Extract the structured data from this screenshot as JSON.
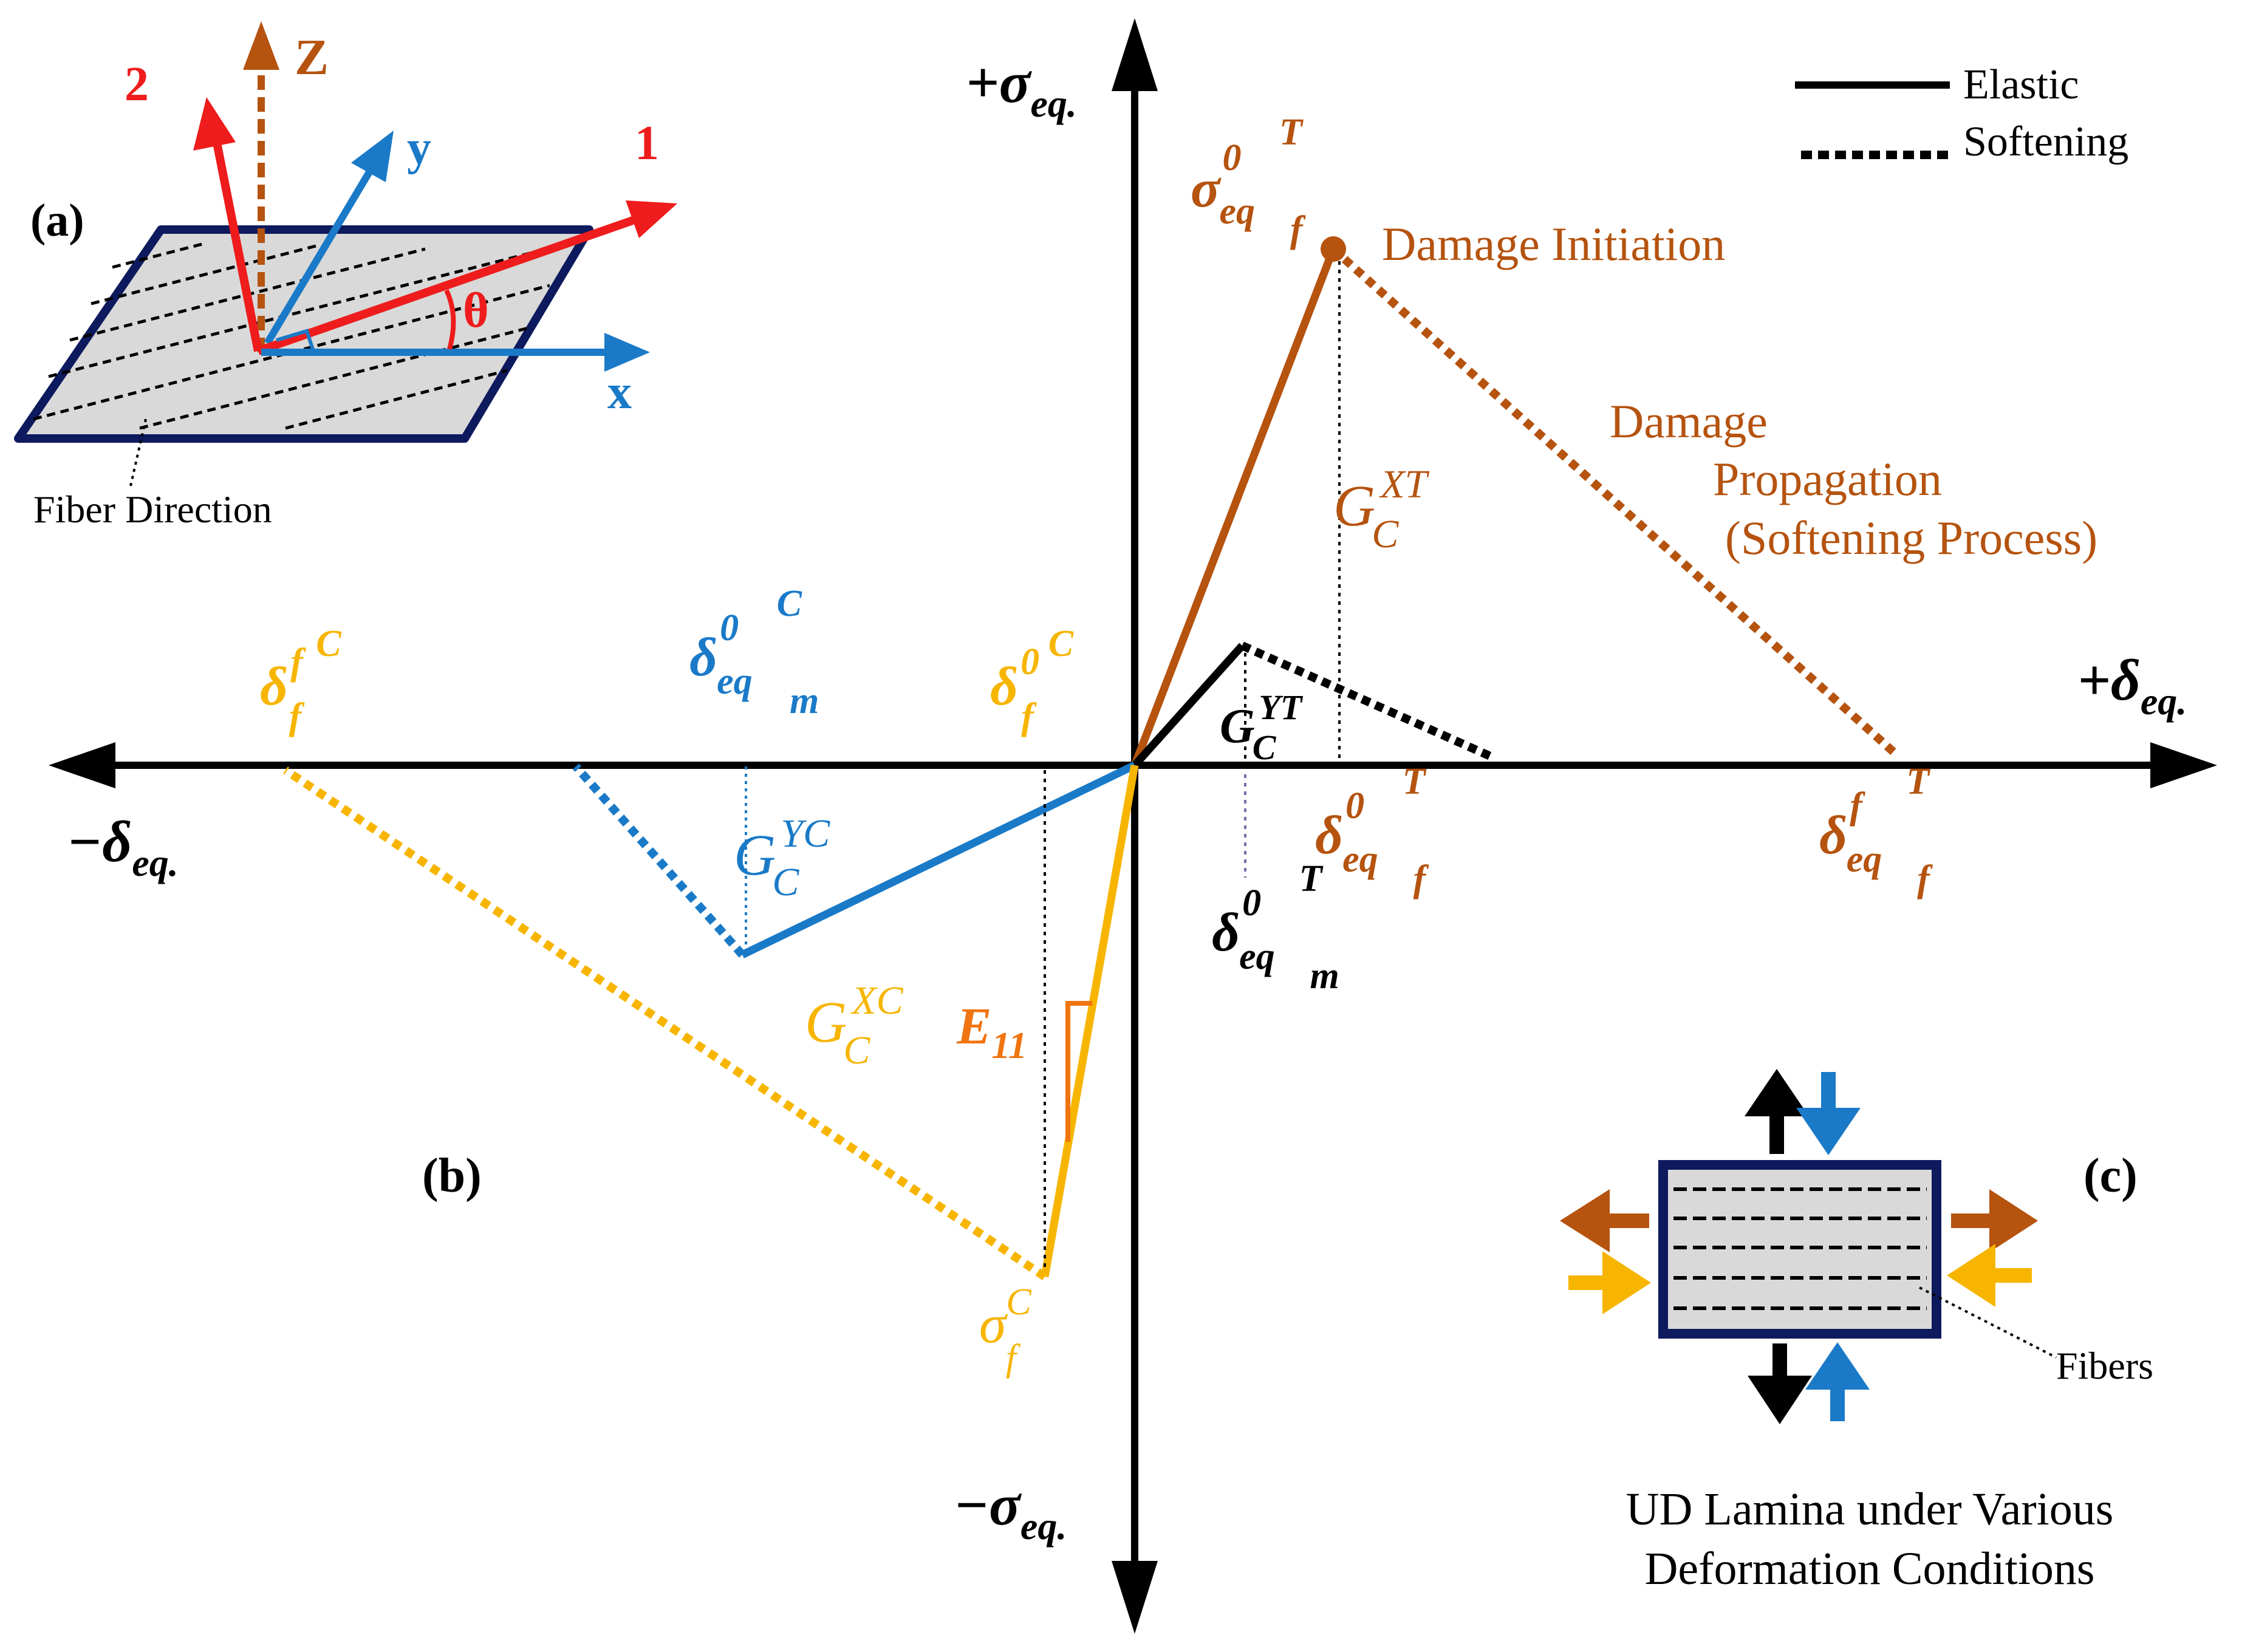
{
  "colors": {
    "brown": "#b5530f",
    "blue": "#1a7ac8",
    "yellow": "#f7b500",
    "orange": "#f07410",
    "red": "#ee1c1c",
    "navy": "#0e1a5e",
    "black": "#000000",
    "fill_gray": "#d9d9d9"
  },
  "legend": {
    "elastic": "Elastic",
    "softening": "Softening"
  },
  "axes": {
    "y_pos": {
      "sign": "+",
      "sym": "σ",
      "sub": "eq."
    },
    "y_neg": {
      "sign": "−",
      "sym": "σ",
      "sub": "eq."
    },
    "x_pos": {
      "sign": "+",
      "sym": "δ",
      "sub": "eq."
    },
    "x_neg": {
      "sign": "−",
      "sym": "δ",
      "sub": "eq."
    }
  },
  "annotations": {
    "damage_initiation": "Damage Initiation",
    "damage_line1": "Damage",
    "damage_line2": "Propagation",
    "damage_line3": "(Softening Process)",
    "panel_a": "(a)",
    "panel_b": "(b)",
    "panel_c": "(c)",
    "fiber_direction": "Fiber Direction",
    "fibers": "Fibers",
    "caption_line1": "UD Lamina under Various",
    "caption_line2": "Deformation Conditions"
  },
  "labels": {
    "sigma_ft": {
      "base": "σ",
      "sup": "0",
      "sub": "eq",
      "sup2": "T",
      "sub2": "f"
    },
    "sigma_fc": {
      "base": "σ",
      "sup": "C",
      "sub": "f"
    },
    "delta_ft0": {
      "base": "δ",
      "sup": "0",
      "sub": "eq",
      "sup2": "T",
      "sub2": "f"
    },
    "delta_fft": {
      "base": "δ",
      "sup": "f",
      "sub": "eq",
      "sup2": "T",
      "sub2": "f"
    },
    "delta_mt0": {
      "base": "δ",
      "sup": "0",
      "sub": "eq",
      "sup2": "T",
      "sub2": "m"
    },
    "delta_mc0": {
      "base": "δ",
      "sup": "0",
      "sub": "eq",
      "sup2": "C",
      "sub2": "m"
    },
    "delta_fc0": {
      "base": "δ",
      "sup": "0",
      "sub": "f",
      "sup2": "C"
    },
    "delta_ffc": {
      "base": "δ",
      "sup": "f",
      "sub": "f",
      "sup2": "C"
    },
    "g_xt": {
      "base": "G",
      "sub": "C",
      "sup": "XT"
    },
    "g_yt": {
      "base": "G",
      "sub": "C",
      "sup": "YT"
    },
    "g_yc": {
      "base": "G",
      "sub": "C",
      "sup": "YC"
    },
    "g_xc": {
      "base": "G",
      "sub": "C",
      "sup": "XC"
    },
    "e11": {
      "base": "E",
      "sub": "11"
    }
  },
  "coordinate_system": {
    "axis_1": "1",
    "axis_2": "2",
    "axis_x": "x",
    "axis_y": "y",
    "axis_z": "Z",
    "angle": "θ"
  }
}
